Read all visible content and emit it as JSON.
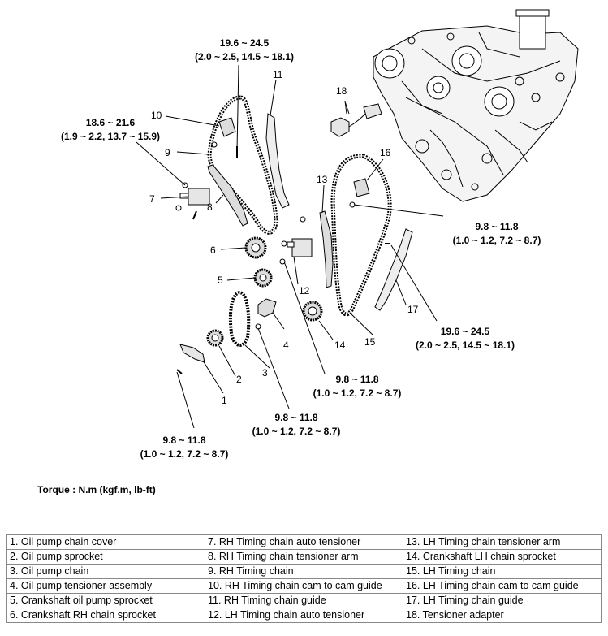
{
  "callouts": {
    "c1": "1",
    "c2": "2",
    "c3": "3",
    "c4": "4",
    "c5": "5",
    "c6": "6",
    "c7": "7",
    "c8": "8",
    "c9": "9",
    "c10": "10",
    "c11": "11",
    "c12": "12",
    "c13": "13",
    "c14": "14",
    "c15": "15",
    "c16": "16",
    "c17": "17",
    "c18": "18"
  },
  "torques": {
    "t_top": {
      "nm": "19.6 ~ 24.5",
      "alt": "(2.0 ~ 2.5, 14.5 ~ 18.1)"
    },
    "t_left": {
      "nm": "18.6 ~ 21.6",
      "alt": "(1.9 ~ 2.2, 13.7 ~ 15.9)"
    },
    "t_right_upper": {
      "nm": "9.8 ~ 11.8",
      "alt": "(1.0 ~ 1.2, 7.2 ~ 8.7)"
    },
    "t_right_lower": {
      "nm": "19.6 ~ 24.5",
      "alt": "(2.0 ~ 2.5, 14.5 ~ 18.1)"
    },
    "t_mid": {
      "nm": "9.8 ~ 11.8",
      "alt": "(1.0 ~ 1.2, 7.2 ~ 8.7)"
    },
    "t_lower_mid": {
      "nm": "9.8 ~ 11.8",
      "alt": "(1.0 ~ 1.2, 7.2 ~ 8.7)"
    },
    "t_bottom": {
      "nm": "9.8 ~ 11.8",
      "alt": "(1.0 ~ 1.2, 7.2 ~ 8.7)"
    }
  },
  "torque_note": "Torque : N.m (kgf.m, lb-ft)",
  "legend": [
    [
      "1. Oil pump chain cover",
      "7. RH Timing chain auto tensioner",
      "13. LH Timing chain tensioner arm"
    ],
    [
      "2. Oil pump sprocket",
      "8. RH Timing chain tensioner arm",
      "14. Crankshaft LH chain sprocket"
    ],
    [
      "3. Oil pump chain",
      "9. RH Timing chain",
      "15. LH Timing chain"
    ],
    [
      "4. Oil pump tensioner assembly",
      "10. RH Timing chain cam to cam guide",
      "16. LH Timing chain cam to cam guide"
    ],
    [
      "5. Crankshaft oil pump sprocket",
      "11. RH Timing chain guide",
      "17. LH Timing chain guide"
    ],
    [
      "6. Crankshaft RH chain sprocket",
      "12. LH Timing chain auto tensioner",
      "18. Tensioner adapter"
    ]
  ]
}
